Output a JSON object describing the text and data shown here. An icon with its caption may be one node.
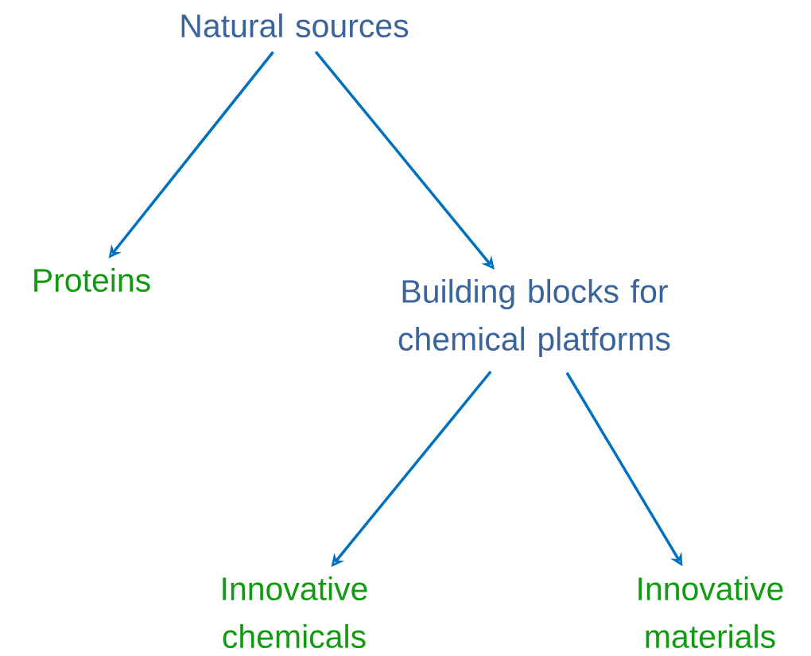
{
  "diagram": {
    "nodes": [
      {
        "text": [
          "Natural sources"
        ]
      },
      {
        "text": [
          "Proteins"
        ]
      },
      {
        "text": [
          "Building blocks for chemical platforms"
        ]
      },
      {
        "text": [
          "Innovative chemicals"
        ]
      },
      {
        "text": [
          "Innovative materials"
        ]
      }
    ],
    "edges": [
      {
        "from": 0,
        "to": 1,
        "arrow": "to"
      },
      {
        "from": 0,
        "to": 2,
        "arrow": "to"
      },
      {
        "from": 2,
        "to": 3,
        "arrow": "to"
      },
      {
        "from": 2,
        "to": 4,
        "arrow": "to"
      }
    ]
  }
}
